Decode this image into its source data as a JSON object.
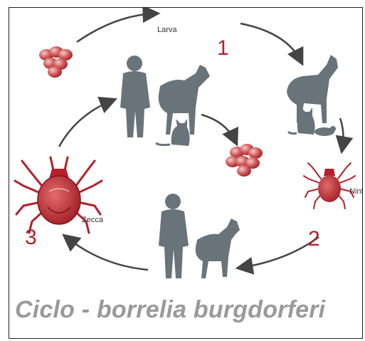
{
  "diagram": {
    "caption": "Ciclo - borrelia burgdorferi",
    "stages": [
      {
        "number": "1",
        "label": "Larva"
      },
      {
        "number": "2",
        "label": "Ninfa"
      },
      {
        "number": "3",
        "label": "Zecca"
      }
    ],
    "colors": {
      "accent": "#b3202b",
      "silhouette": "#69737a",
      "arrow": "#444444",
      "caption": "#9a9a9a"
    }
  }
}
